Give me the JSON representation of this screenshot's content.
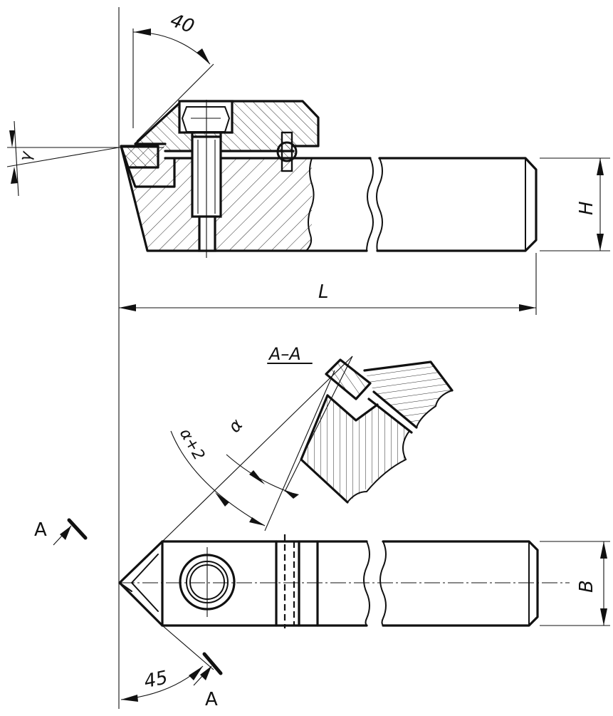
{
  "drawing": {
    "dimensions": {
      "angle_top": "40",
      "rake_angle": "γ",
      "height": "H",
      "length": "L",
      "width": "B",
      "angle_bottom": "45",
      "clearance": "α",
      "clearance_plus": "α+2"
    },
    "section": {
      "title": "A–A",
      "marker_left": "A",
      "marker_bottom": "A"
    }
  }
}
